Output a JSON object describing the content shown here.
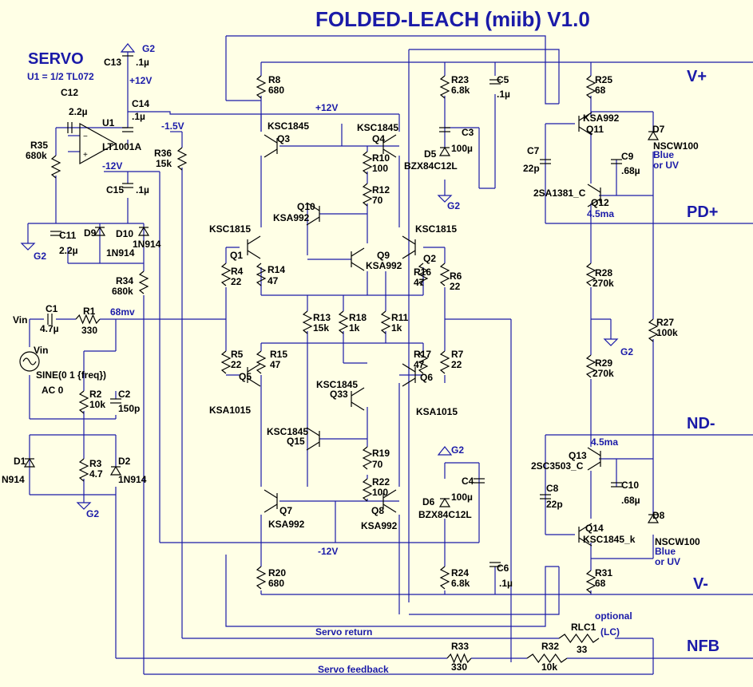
{
  "title": "FOLDED-LEACH (miib) V1.0",
  "servo": {
    "heading": "SERVO",
    "note": "U1 = 1/2 TL072"
  },
  "ports": {
    "vplus": "V+",
    "pdplus": "PD+",
    "ndminus": "ND-",
    "vminus": "V-",
    "nfb": "NFB"
  },
  "nets": {
    "g2": "G2",
    "plus12": "+12V",
    "minus12": "-12V",
    "minus1_5": "-1.5V",
    "vin": "Vin",
    "mv68": "68mv",
    "ma45": "4.5ma",
    "servo_return": "Servo return",
    "servo_feedback": "Servo feedback",
    "optional": "optional",
    "lc": "(LC)",
    "blue": "Blue",
    "or_uv": "or UV"
  },
  "opamp": {
    "ref": "U1",
    "part": "LT1001A"
  },
  "source": {
    "ref": "Vin",
    "spec": "SINE(0 1 {freq})",
    "ac": "AC 0"
  },
  "resistors": [
    {
      "ref": "R8",
      "value": "680"
    },
    {
      "ref": "R23",
      "value": "6.8k"
    },
    {
      "ref": "R25",
      "value": "68"
    },
    {
      "ref": "R35",
      "value": "680k"
    },
    {
      "ref": "R36",
      "value": "15k"
    },
    {
      "ref": "R10",
      "value": "100"
    },
    {
      "ref": "R12",
      "value": "70"
    },
    {
      "ref": "R14",
      "value": "47"
    },
    {
      "ref": "R4",
      "value": "22"
    },
    {
      "ref": "R16",
      "value": "47"
    },
    {
      "ref": "R6",
      "value": "22"
    },
    {
      "ref": "R34",
      "value": "680k"
    },
    {
      "ref": "R28",
      "value": "270k"
    },
    {
      "ref": "R1",
      "value": "330"
    },
    {
      "ref": "R13",
      "value": "15k"
    },
    {
      "ref": "R18",
      "value": "1k"
    },
    {
      "ref": "R11",
      "value": "1k"
    },
    {
      "ref": "R27",
      "value": "100k"
    },
    {
      "ref": "R5",
      "value": "22"
    },
    {
      "ref": "R15",
      "value": "47"
    },
    {
      "ref": "R17",
      "value": "47"
    },
    {
      "ref": "R7",
      "value": "22"
    },
    {
      "ref": "R29",
      "value": "270k"
    },
    {
      "ref": "R2",
      "value": "10k"
    },
    {
      "ref": "R3",
      "value": "4.7"
    },
    {
      "ref": "R19",
      "value": "70"
    },
    {
      "ref": "R22",
      "value": "100"
    },
    {
      "ref": "R20",
      "value": "680"
    },
    {
      "ref": "R24",
      "value": "6.8k"
    },
    {
      "ref": "R31",
      "value": "68"
    },
    {
      "ref": "R33",
      "value": "330"
    },
    {
      "ref": "R32",
      "value": "10k"
    },
    {
      "ref": "RLC1",
      "value": "33"
    }
  ],
  "capacitors": [
    {
      "ref": "C13",
      "value": ".1µ"
    },
    {
      "ref": "C12",
      "value": "2.2µ"
    },
    {
      "ref": "C14",
      "value": ".1µ"
    },
    {
      "ref": "C5",
      "value": ".1µ"
    },
    {
      "ref": "C3",
      "value": "100µ"
    },
    {
      "ref": "C7",
      "value": "22p"
    },
    {
      "ref": "C9",
      "value": ".68µ"
    },
    {
      "ref": "C15",
      "value": ".1µ"
    },
    {
      "ref": "C11",
      "value": "2.2µ"
    },
    {
      "ref": "C1",
      "value": "4.7µ"
    },
    {
      "ref": "C2",
      "value": "150p"
    },
    {
      "ref": "C4",
      "value": "100µ"
    },
    {
      "ref": "C8",
      "value": "22p"
    },
    {
      "ref": "C10",
      "value": ".68µ"
    },
    {
      "ref": "C6",
      "value": ".1µ"
    }
  ],
  "transistors": [
    {
      "ref": "Q3",
      "part": "KSC1845"
    },
    {
      "ref": "Q4",
      "part": "KSC1845"
    },
    {
      "ref": "Q11",
      "part": "KSA992"
    },
    {
      "ref": "Q12",
      "part": "2SA1381_C"
    },
    {
      "ref": "Q10",
      "part": "KSA992"
    },
    {
      "ref": "Q1",
      "part": "KSC1815"
    },
    {
      "ref": "Q2",
      "part": "KSC1815"
    },
    {
      "ref": "Q9",
      "part": "KSA992"
    },
    {
      "ref": "Q5",
      "part": "KSA1015"
    },
    {
      "ref": "Q6",
      "part": "KSA1015"
    },
    {
      "ref": "Q33",
      "part": "KSC1845"
    },
    {
      "ref": "Q15",
      "part": "KSC1845"
    },
    {
      "ref": "Q13",
      "part": "2SC3503_C"
    },
    {
      "ref": "Q7",
      "part": "KSA992"
    },
    {
      "ref": "Q8",
      "part": "KSA992"
    },
    {
      "ref": "Q14",
      "part": "KSC1845_k"
    }
  ],
  "diodes": [
    {
      "ref": "D5",
      "part": "BZX84C12L"
    },
    {
      "ref": "D7",
      "part": "NSCW100"
    },
    {
      "ref": "D9",
      "part": "1N914"
    },
    {
      "ref": "D10",
      "part": "1N914"
    },
    {
      "ref": "D1",
      "part": "N914"
    },
    {
      "ref": "D2",
      "part": "1N914"
    },
    {
      "ref": "D6",
      "part": "BZX84C12L"
    },
    {
      "ref": "D8",
      "part": "NSCW100"
    }
  ]
}
